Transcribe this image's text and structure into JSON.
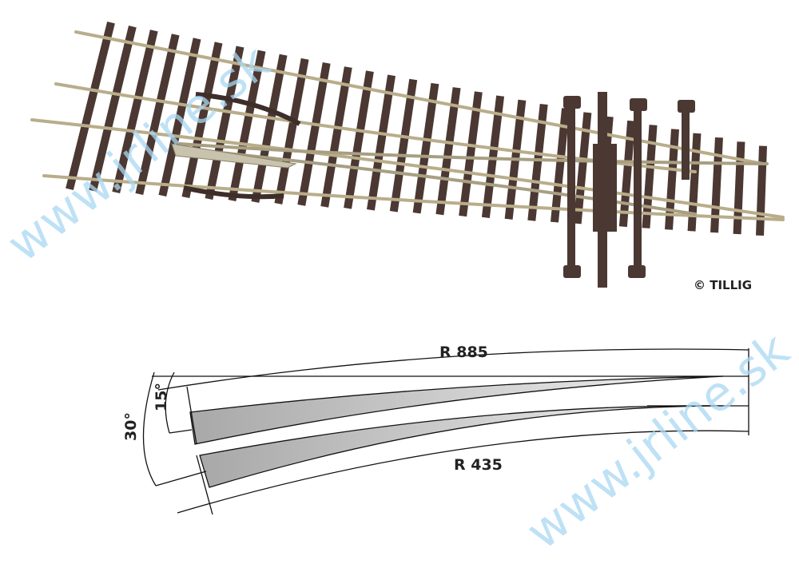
{
  "photo": {
    "copyright": "© TILLIG"
  },
  "diagram": {
    "radius_outer": "R 885",
    "radius_inner": "R 435",
    "angle_small": "15°",
    "angle_large": "30°"
  },
  "watermark": "www.jrline.sk",
  "colors": {
    "tie": "#4b3833",
    "rail": "#b9ad8a",
    "band": "#b8b8b8",
    "watermark": "#a9d8f2"
  }
}
